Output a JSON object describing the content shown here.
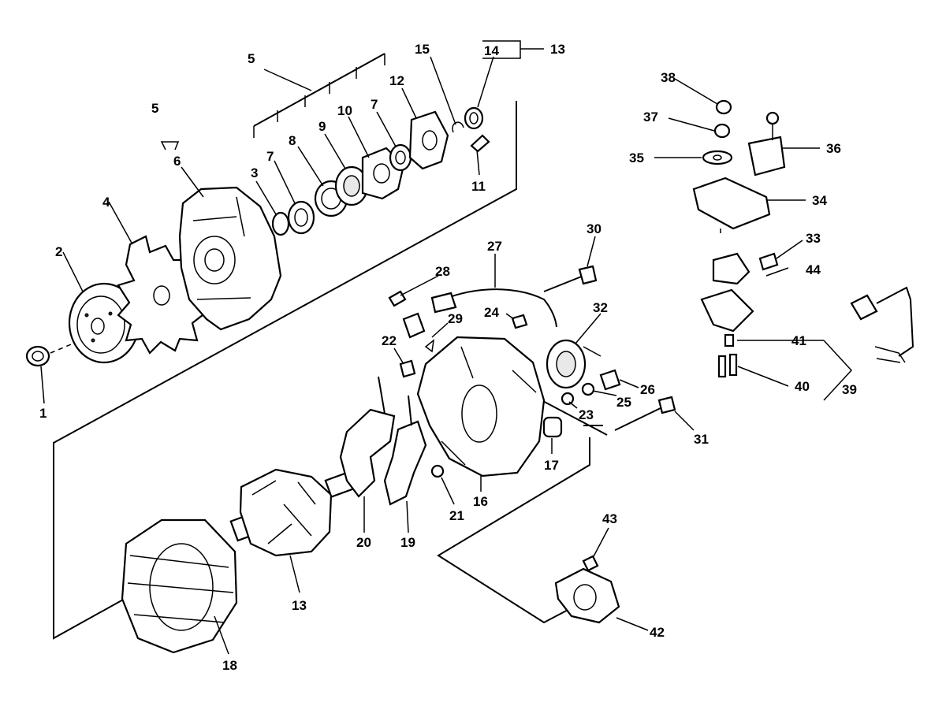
{
  "callouts": {
    "c1": "1",
    "c2": "2",
    "c3": "3",
    "c4": "4",
    "c5a": "5",
    "c5b": "5",
    "c6": "6",
    "c7a": "7",
    "c7b": "7",
    "c8": "8",
    "c9": "9",
    "c10": "10",
    "c11": "11",
    "c12": "12",
    "c13a": "13",
    "c13b": "13",
    "c14": "14",
    "c15": "15",
    "c16": "16",
    "c17": "17",
    "c18": "18",
    "c19": "19",
    "c20": "20",
    "c21": "21",
    "c22": "22",
    "c23": "23",
    "c24": "24",
    "c25": "25",
    "c26": "26",
    "c27": "27",
    "c28": "28",
    "c29": "29",
    "c30": "30",
    "c31": "31",
    "c32": "32",
    "c33": "33",
    "c34": "34",
    "c35": "35",
    "c36": "36",
    "c37": "37",
    "c38": "38",
    "c39": "39",
    "c40": "40",
    "c41": "41",
    "c42": "42",
    "c43": "43",
    "c44": "44"
  }
}
